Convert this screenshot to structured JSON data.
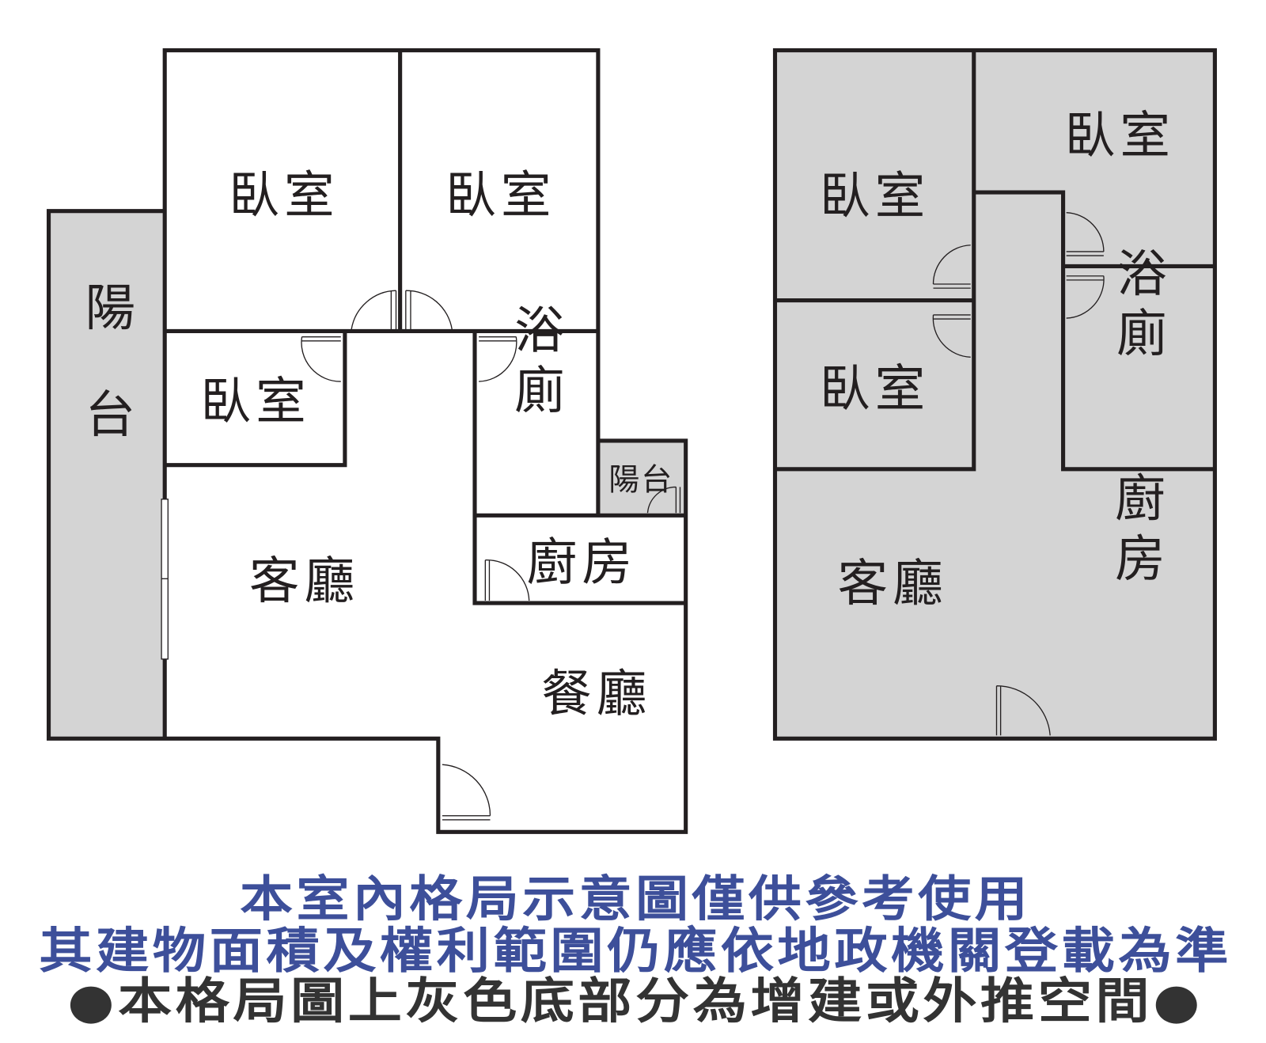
{
  "left_plan": {
    "bedroom_1": "臥室",
    "bedroom_2": "臥室",
    "bedroom_3": "臥室",
    "balcony_west": "陽台",
    "bathroom": "浴廁",
    "balcony_small": "陽台",
    "kitchen": "廚房",
    "living_room": "客廳",
    "dining_room": "餐廳"
  },
  "right_plan": {
    "bedroom_1": "臥室",
    "bedroom_2": "臥室",
    "bedroom_3": "臥室",
    "bathroom": "浴廁",
    "living_room": "客廳",
    "kitchen": "廚房"
  },
  "notes": {
    "line1": "本室內格局示意圖僅供參考使用",
    "line2": "其建物面積及權利範圍仍應依地政機關登載為準",
    "line3": "●本格局圖上灰色底部分為增建或外推空間●"
  },
  "colors": {
    "addition_fill": "#d4d4d4",
    "note_blue": "#3d4f9a",
    "note_dark": "#333333",
    "wall": "#231f20"
  }
}
